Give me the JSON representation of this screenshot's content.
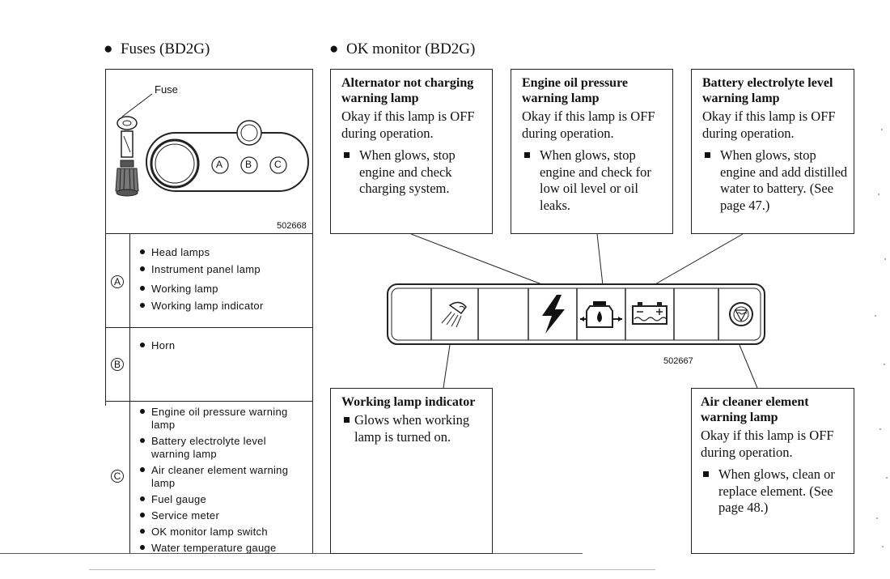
{
  "headings": {
    "fuses": "Fuses (BD2G)",
    "ok_monitor": "OK monitor (BD2G)"
  },
  "fuse_panel": {
    "fuse_label": "Fuse",
    "figure_number": "502668",
    "circle_a": "A",
    "circle_b": "B",
    "circle_c": "C"
  },
  "fuse_table": [
    {
      "letter": "A",
      "items": [
        "Head lamps",
        "Instrument panel lamp",
        "Working lamp",
        "Working lamp indicator"
      ]
    },
    {
      "letter": "B",
      "items": [
        "Horn"
      ]
    },
    {
      "letter": "C",
      "items": [
        "Engine oil pressure warning lamp",
        "Battery electrolyte level warning lamp",
        "Air cleaner element warning lamp",
        "Fuel gauge",
        "Service meter",
        "OK monitor lamp switch",
        "Water temperature gauge"
      ]
    }
  ],
  "callouts": {
    "alternator": {
      "title": "Alternator not charging warning lamp",
      "status": "Okay if this lamp is OFF during operation.",
      "action": "When glows, stop engine and check charging system."
    },
    "engine_oil": {
      "title": "Engine oil pressure warning lamp",
      "status": "Okay if this lamp is OFF during operation.",
      "action": "When glows, stop engine and check for low oil level or oil leaks."
    },
    "battery": {
      "title": "Battery electrolyte level warning lamp",
      "status": "Okay if this lamp is OFF during operation.",
      "action": "When glows, stop engine and add distilled water to battery. (See page 47.)"
    },
    "working_lamp": {
      "title": "Working lamp indicator",
      "action": "Glows when working lamp is turned on."
    },
    "air_cleaner": {
      "title": "Air cleaner element warning lamp",
      "status": "Okay if this lamp is OFF during operation.",
      "action": "When glows, clean or replace element. (See page 48.)"
    }
  },
  "monitor": {
    "figure_number": "502667",
    "lamps": [
      "working-lamp-icon",
      "blank",
      "lightning-icon",
      "oil-can-icon",
      "battery-icon",
      "blank",
      "air-cleaner-icon"
    ]
  }
}
